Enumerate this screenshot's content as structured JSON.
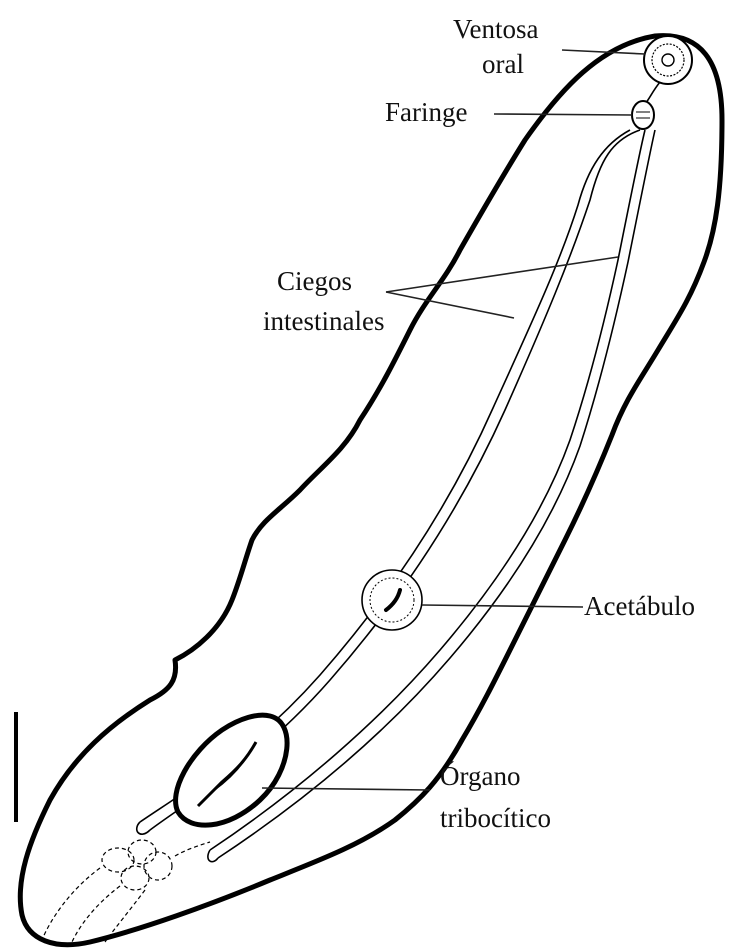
{
  "labels": {
    "ventosa_oral_line1": "Ventosa",
    "ventosa_oral_line2": "oral",
    "faringe": "Faringe",
    "ciegos_line1": "Ciegos",
    "ciegos_line2": "intestinales",
    "acetabulo": "Acetábulo",
    "organo_line1": "Órgano",
    "organo_line2": "tribocítico"
  },
  "colors": {
    "outline": "#000000",
    "ink": "#111111",
    "background": "#ffffff"
  }
}
